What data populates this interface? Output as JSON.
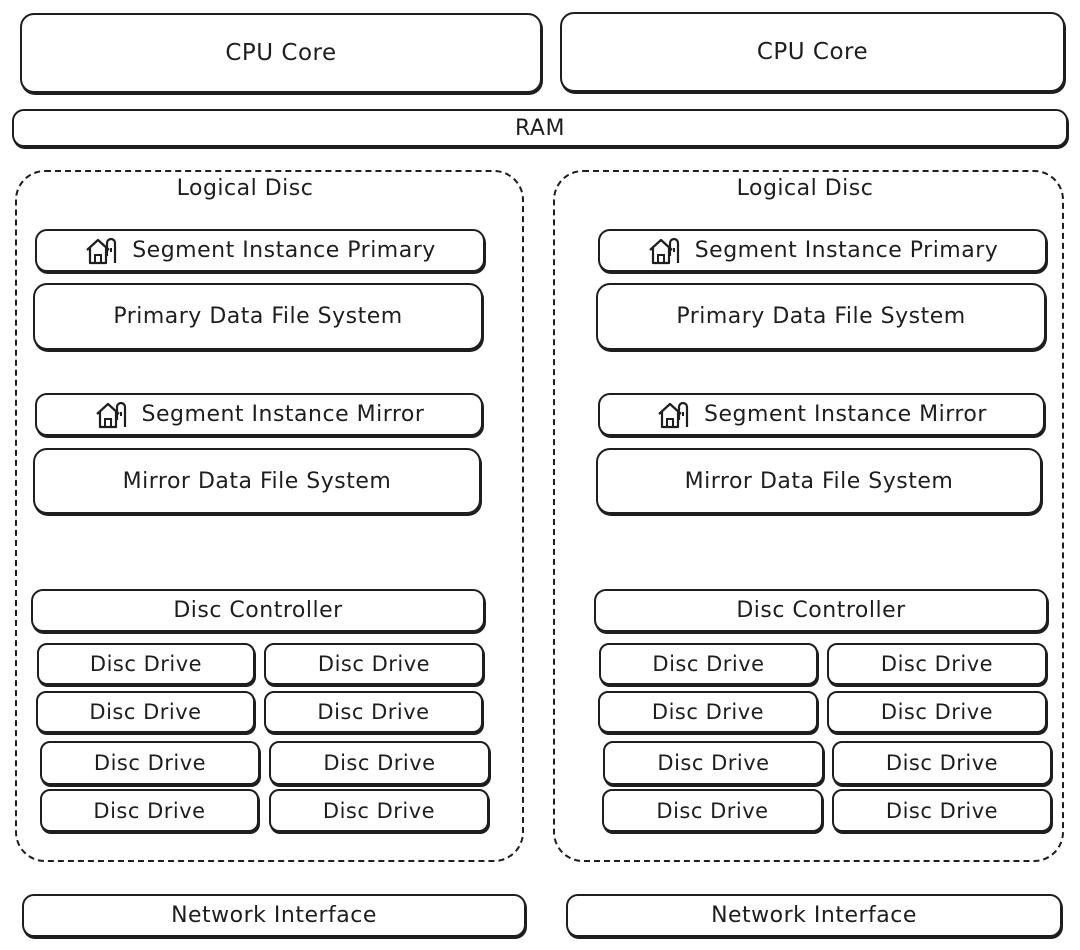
{
  "cpu_cores": [
    "CPU Core",
    "CPU Core"
  ],
  "ram": "RAM",
  "logical_discs": [
    {
      "title": "Logical Disc",
      "segment_primary": "Segment Instance Primary",
      "primary_fs": "Primary Data File System",
      "segment_mirror": "Segment Instance Mirror",
      "mirror_fs": "Mirror Data File System",
      "controller": "Disc Controller",
      "drives": [
        "Disc Drive",
        "Disc Drive",
        "Disc Drive",
        "Disc Drive",
        "Disc Drive",
        "Disc Drive",
        "Disc Drive",
        "Disc Drive"
      ],
      "network": "Network Interface"
    },
    {
      "title": "Logical Disc",
      "segment_primary": "Segment Instance Primary",
      "primary_fs": "Primary Data File System",
      "segment_mirror": "Segment Instance Mirror",
      "mirror_fs": "Mirror Data File System",
      "controller": "Disc Controller",
      "drives": [
        "Disc Drive",
        "Disc Drive",
        "Disc Drive",
        "Disc Drive",
        "Disc Drive",
        "Disc Drive",
        "Disc Drive",
        "Disc Drive"
      ],
      "network": "Network Interface"
    }
  ],
  "icons": {
    "segment": "warehouse-icon"
  }
}
